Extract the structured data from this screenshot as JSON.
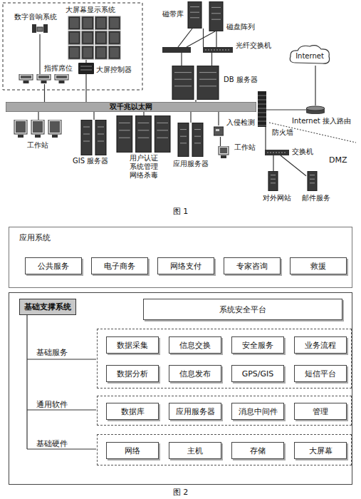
{
  "diagram": {
    "nodes": [
      {
        "text": [
          "大屏幕显示系统"
        ]
      },
      {
        "text": [
          "数字音响系统"
        ]
      },
      {
        "text": [
          "指挥席位"
        ]
      },
      {
        "text": [
          "大屏控制器"
        ]
      },
      {
        "text": [
          "双千兆以太网"
        ]
      },
      {
        "text": [
          "工作站"
        ]
      },
      {
        "text": [
          "GIS 服务器"
        ]
      },
      {
        "text": [
          "用户认证 系统管理 网络杀毒"
        ]
      },
      {
        "text": [
          "应用服务器"
        ]
      },
      {
        "text": [
          "入侵检测"
        ]
      },
      {
        "text": [
          "工作站"
        ]
      },
      {
        "text": [
          "磁带库"
        ]
      },
      {
        "text": [
          "磁盘阵列"
        ]
      },
      {
        "text": [
          "光纤交换机"
        ]
      },
      {
        "text": [
          "DB 服务器"
        ]
      },
      {
        "text": [
          "Internet"
        ]
      },
      {
        "text": [
          "Internet 接入路由"
        ]
      },
      {
        "text": [
          "防火墙"
        ]
      },
      {
        "text": [
          "交换机"
        ]
      },
      {
        "text": [
          "对外网站"
        ]
      },
      {
        "text": [
          "邮件服务"
        ]
      },
      {
        "text": [
          "应用系统"
        ]
      },
      {
        "text": [
          "公共服务"
        ],
        "in": 21
      },
      {
        "text": [
          "电子商务"
        ],
        "in": 21
      },
      {
        "text": [
          "网络支付"
        ],
        "in": 21
      },
      {
        "text": [
          "专家咨询"
        ],
        "in": 21
      },
      {
        "text": [
          "救援"
        ],
        "in": 21
      },
      {
        "text": [
          "基础支撑系统"
        ]
      },
      {
        "text": [
          "系统安全平台"
        ],
        "in": 27
      },
      {
        "text": [
          "基础服务"
        ],
        "in": 27
      },
      {
        "text": [
          "数据采集"
        ],
        "in": 29
      },
      {
        "text": [
          "信息交换"
        ],
        "in": 29
      },
      {
        "text": [
          "安全服务"
        ],
        "in": 29
      },
      {
        "text": [
          "业务流程"
        ],
        "in": 29
      },
      {
        "text": [
          "数据分析"
        ],
        "in": 29
      },
      {
        "text": [
          "信息发布"
        ],
        "in": 29
      },
      {
        "text": [
          "GPS/GIS"
        ],
        "in": 29
      },
      {
        "text": [
          "短信平台"
        ],
        "in": 29
      },
      {
        "text": [
          "通用软件"
        ],
        "in": 27
      },
      {
        "text": [
          "数据库"
        ],
        "in": 38
      },
      {
        "text": [
          "应用服务器"
        ],
        "in": 38
      },
      {
        "text": [
          "消息中间件"
        ],
        "in": 38
      },
      {
        "text": [
          "管理"
        ],
        "in": 38
      },
      {
        "text": [
          "基础硬件"
        ],
        "in": 27
      },
      {
        "text": [
          "网络"
        ],
        "in": 43
      },
      {
        "text": [
          "主机"
        ],
        "in": 43
      },
      {
        "text": [
          "存储"
        ],
        "in": 43
      },
      {
        "text": [
          "大屏幕"
        ],
        "in": 43
      }
    ],
    "edges": [
      {
        "from": 1,
        "to": 2,
        "arrow": "none"
      },
      {
        "from": 2,
        "to": 4,
        "arrow": "none"
      },
      {
        "from": 3,
        "to": 4,
        "arrow": "none"
      },
      {
        "from": 3,
        "to": 0,
        "arrow": "none"
      },
      {
        "from": 5,
        "to": 4,
        "arrow": "none"
      },
      {
        "from": 6,
        "to": 4,
        "arrow": "none"
      },
      {
        "from": 7,
        "to": 4,
        "arrow": "none"
      },
      {
        "from": 8,
        "to": 4,
        "arrow": "none"
      },
      {
        "from": 9,
        "to": 4,
        "arrow": "none"
      },
      {
        "from": 10,
        "to": 9,
        "arrow": "none"
      },
      {
        "from": 14,
        "to": 4,
        "arrow": "none"
      },
      {
        "from": 13,
        "to": 14,
        "arrow": "none"
      },
      {
        "from": 11,
        "to": 13,
        "arrow": "none"
      },
      {
        "from": 12,
        "to": 13,
        "arrow": "none"
      },
      {
        "from": 17,
        "to": 16,
        "arrow": "none"
      },
      {
        "from": 16,
        "to": 15,
        "arrow": "none"
      },
      {
        "from": 17,
        "to": 18,
        "arrow": "none"
      },
      {
        "from": 18,
        "to": 19,
        "arrow": "none"
      },
      {
        "from": 18,
        "to": 20,
        "arrow": "none"
      }
    ],
    "labels": [
      "DMZ",
      "图 1",
      "图 2"
    ]
  }
}
